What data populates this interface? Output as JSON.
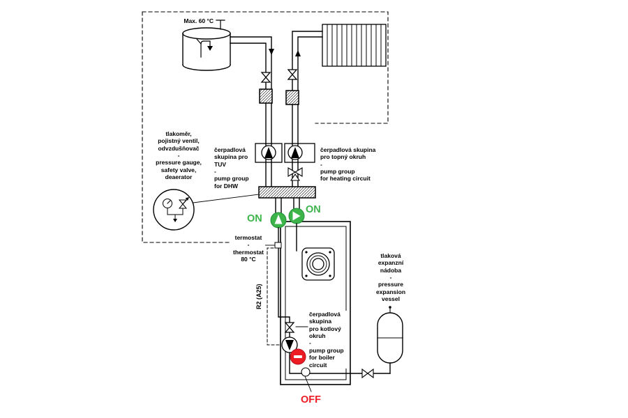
{
  "labels": {
    "max_temp": "Max. 60 °C",
    "pressure_gauge": "tlakoměr,\npojistný ventil,\nodvzdušňovač\n-\npressure gauge,\nsafety valve,\ndeaerator",
    "dhw_pump": "čerpadlová\nskupina pro\nTUV\n-\npump group\nfor DHW",
    "heating_pump": "čerpadlová skupina\npro topný okruh\n-\npump group\nfor heating circuit",
    "thermostat": "termostat\n-\nthermostat\n80 °C",
    "r2": "R2 (A25)",
    "boiler_pump": "čerpadlová\nskupina\npro kotlový\nokruh\n-\npump group\nfor boiler\ncircuit",
    "expansion": "tlaková\nexpanzní\nnádoba\n-\npressure\nexpansion\nvessel"
  },
  "indicators": {
    "dhw_pump": "ON",
    "heating_pump": "ON",
    "boiler_pump": "OFF"
  },
  "colors": {
    "on_green": "#3cb44a",
    "off_red": "#ed1c24",
    "line_black": "#000000"
  }
}
